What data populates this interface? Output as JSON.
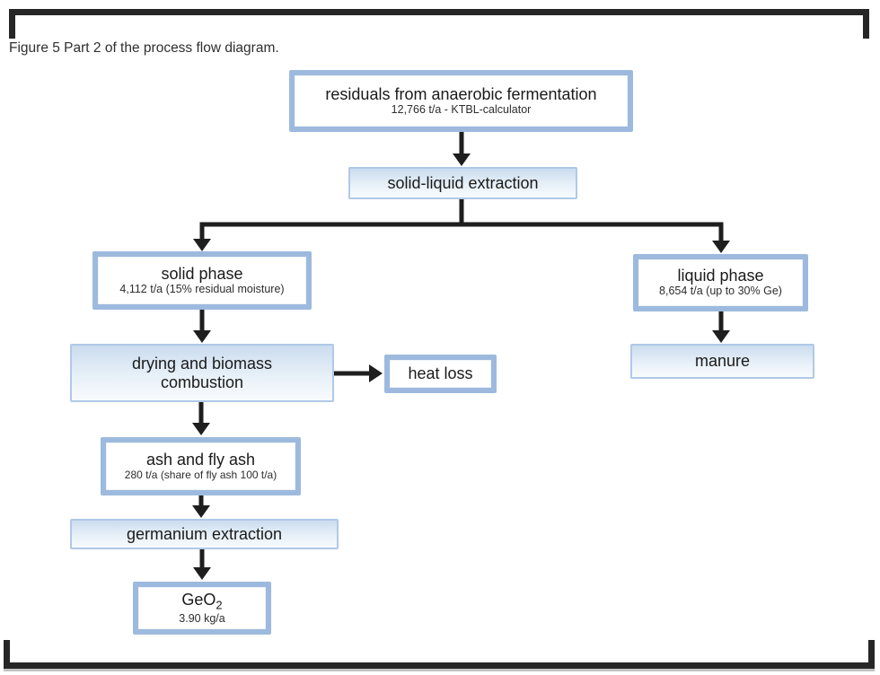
{
  "caption": "Figure 5 Part 2 of the process flow diagram.",
  "diagram": {
    "nodes": {
      "residuals": {
        "title": "residuals from anaerobic fermentation",
        "subtitle": "12,766 t/a - KTBL-calculator"
      },
      "solid_liquid_extraction": {
        "title": "solid-liquid extraction"
      },
      "solid_phase": {
        "title": "solid phase",
        "subtitle": "4,112 t/a (15% residual moisture)"
      },
      "liquid_phase": {
        "title": "liquid phase",
        "subtitle": "8,654 t/a (up to 30% Ge)"
      },
      "drying": {
        "title": "drying and biomass combustion"
      },
      "heat_loss": {
        "title": "heat loss"
      },
      "manure": {
        "title": "manure"
      },
      "ash": {
        "title": "ash and fly ash",
        "subtitle": "280 t/a (share of fly ash 100 t/a)"
      },
      "germanium_extraction": {
        "title": "germanium extraction"
      },
      "geo2": {
        "title_main": "GeO",
        "title_sub": "2",
        "subtitle": "3.90 kg/a"
      }
    },
    "edges": [
      {
        "from": "residuals",
        "to": "solid_liquid_extraction"
      },
      {
        "from": "solid_liquid_extraction",
        "to": "solid_phase"
      },
      {
        "from": "solid_liquid_extraction",
        "to": "liquid_phase"
      },
      {
        "from": "solid_phase",
        "to": "drying"
      },
      {
        "from": "drying",
        "to": "heat_loss"
      },
      {
        "from": "drying",
        "to": "ash"
      },
      {
        "from": "ash",
        "to": "germanium_extraction"
      },
      {
        "from": "germanium_extraction",
        "to": "geo2"
      },
      {
        "from": "liquid_phase",
        "to": "manure"
      }
    ],
    "colors": {
      "box_border_blue": "#9dbade",
      "fill_gradient_top": "#cbdcef",
      "fill_gradient_bottom": "#f8fbfd",
      "arrow_black": "#1e1e1e",
      "frame_black": "#262626"
    }
  }
}
